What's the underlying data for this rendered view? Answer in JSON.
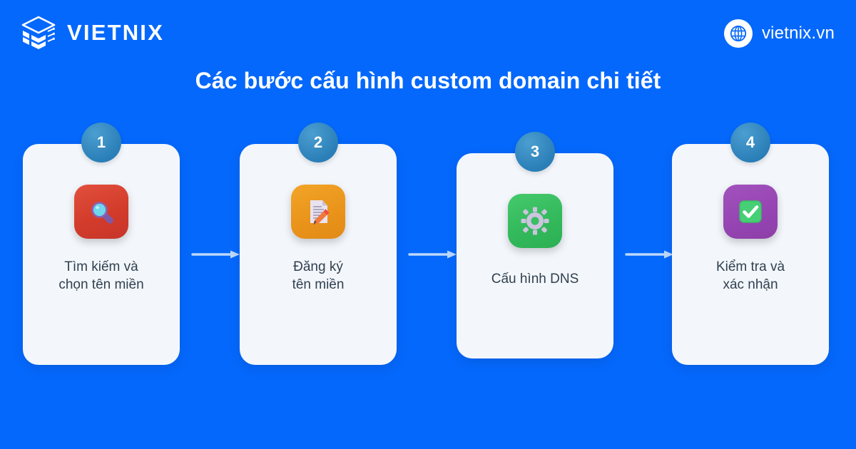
{
  "header": {
    "brand_name": "VIETNIX",
    "brand_logo_icon": "stacked-layers-logo-icon",
    "site_url": "vietnix.vn",
    "site_icon": "globe-icon",
    "title": "Các bước cấu hình custom domain chi tiết"
  },
  "colors": {
    "background": "#0568FC",
    "card_background": "#F3F7FC",
    "badge": "#2B7FB8",
    "label_text": "#31404F",
    "arrow": "#BBD8FB",
    "step1_tile": "#DC3B2C",
    "step2_tile": "#EC971D",
    "step3_tile": "#34BB5D",
    "step4_tile": "#9A47B5"
  },
  "steps": [
    {
      "number": "1",
      "icon": "magnifying-glass-icon",
      "label": "Tìm kiếm và\nchọn tên miền"
    },
    {
      "number": "2",
      "icon": "document-pencil-icon",
      "label": "Đăng ký\ntên miền"
    },
    {
      "number": "3",
      "icon": "gear-icon",
      "label": "Cấu hình DNS"
    },
    {
      "number": "4",
      "icon": "check-box-icon",
      "label": "Kiểm tra và\nxác nhận"
    }
  ],
  "connectors": [
    {
      "icon": "arrow-right-icon"
    },
    {
      "icon": "arrow-right-icon"
    },
    {
      "icon": "arrow-right-icon"
    }
  ]
}
